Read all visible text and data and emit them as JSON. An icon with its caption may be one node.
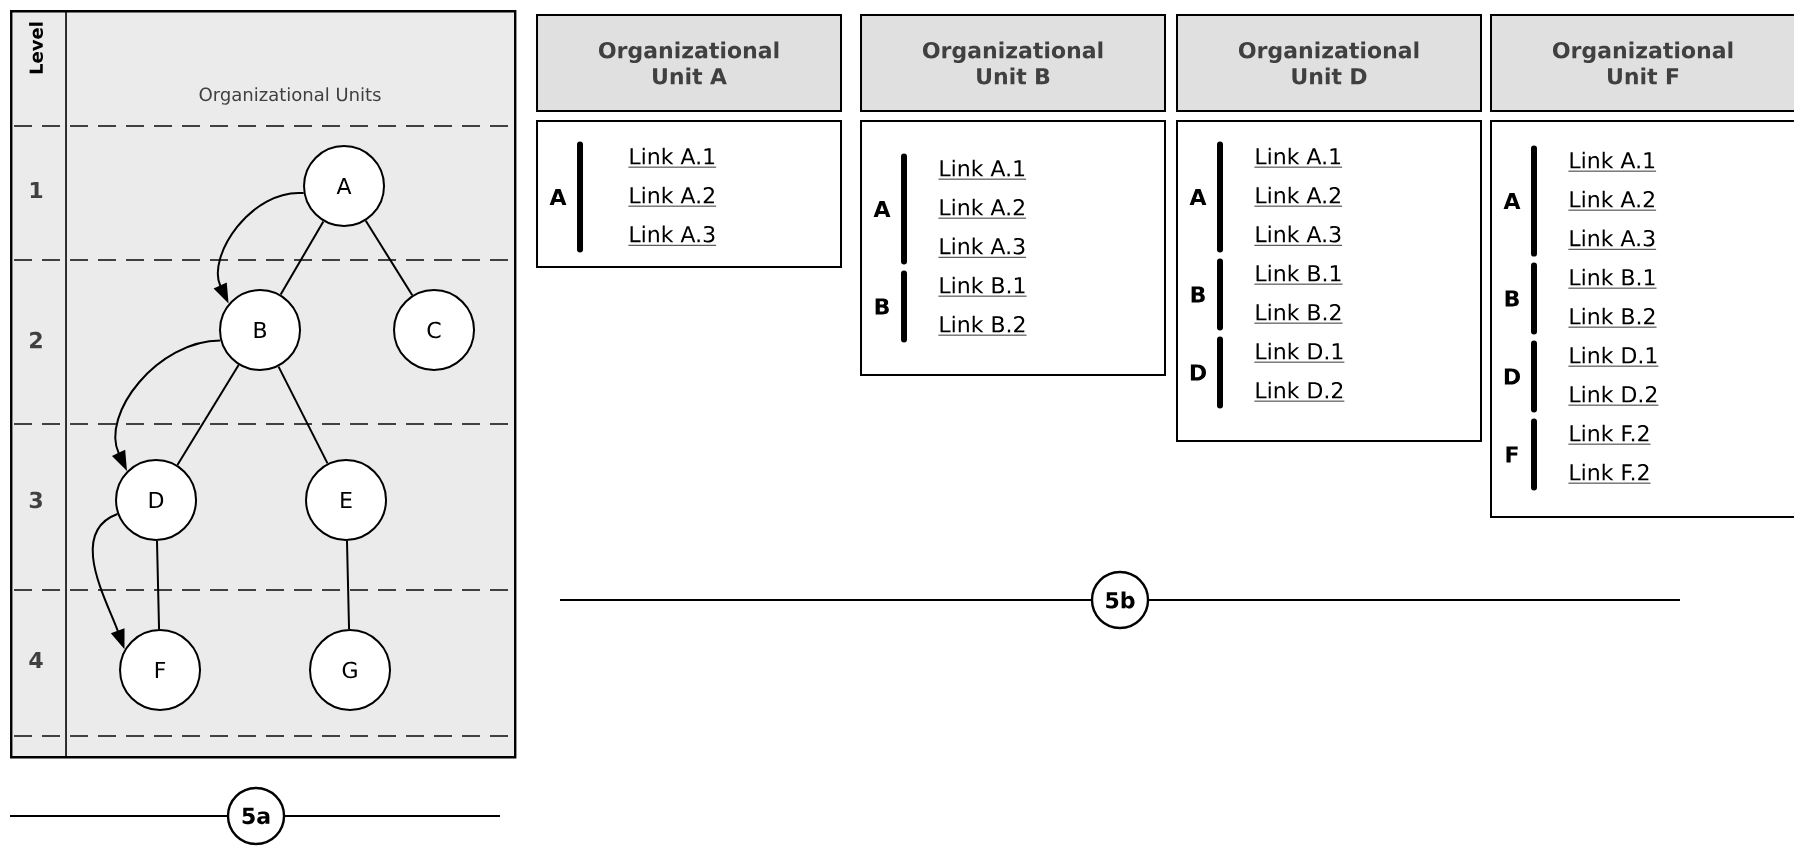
{
  "diagram": {
    "nodes": [
      {
        "text": [
          "Level",
          "Organizational Units"
        ]
      },
      {
        "text": [
          "A"
        ],
        "in": 0
      },
      {
        "text": [
          "B"
        ],
        "in": 0
      },
      {
        "text": [
          "C"
        ],
        "in": 0
      },
      {
        "text": [
          "D"
        ],
        "in": 0
      },
      {
        "text": [
          "E"
        ],
        "in": 0
      },
      {
        "text": [
          "F"
        ],
        "in": 0
      },
      {
        "text": [
          "G"
        ],
        "in": 0
      },
      {
        "text": [
          "Organizational Unit A"
        ]
      },
      {
        "text": [],
        "shape": "box"
      },
      {
        "text": [
          "A",
          "Link A.1",
          "Link A.2",
          "Link A.3"
        ],
        "in": 9
      },
      {
        "text": [
          "Organizational Unit B"
        ]
      },
      {
        "text": [],
        "shape": "box"
      },
      {
        "text": [
          "A",
          "Link A.1",
          "Link A.2",
          "Link A.3"
        ],
        "in": 12
      },
      {
        "text": [
          "B",
          "Link B.1",
          "Link B.2"
        ],
        "in": 12
      },
      {
        "text": [
          "Organizational Unit D"
        ]
      },
      {
        "text": [],
        "shape": "box"
      },
      {
        "text": [
          "A",
          "Link A.1",
          "Link A.2",
          "Link A.3"
        ],
        "in": 16
      },
      {
        "text": [
          "B",
          "Link B.1",
          "Link B.2"
        ],
        "in": 16
      },
      {
        "text": [
          "D",
          "Link D.1",
          "Link D.2"
        ],
        "in": 16
      },
      {
        "text": [
          "Organizational Unit F"
        ]
      },
      {
        "text": [],
        "shape": "box"
      },
      {
        "text": [
          "A",
          "Link A.1",
          "Link A.2",
          "Link A.3"
        ],
        "in": 21
      },
      {
        "text": [
          "B",
          "Link B.1",
          "Link B.2"
        ],
        "in": 21
      },
      {
        "text": [
          "D",
          "Link D.1",
          "Link D.2"
        ],
        "in": 21
      },
      {
        "text": [
          "F",
          "Link F.2",
          "Link F.2"
        ],
        "in": 21
      },
      {
        "text": [
          "5a"
        ]
      },
      {
        "text": [
          "5b"
        ]
      }
    ],
    "edges": [
      {
        "from": 1,
        "to": 2,
        "arrow": "none"
      },
      {
        "from": 1,
        "to": 3,
        "arrow": "none"
      },
      {
        "from": 2,
        "to": 4,
        "arrow": "none"
      },
      {
        "from": 2,
        "to": 5,
        "arrow": "none"
      },
      {
        "from": 4,
        "to": 6,
        "arrow": "none"
      },
      {
        "from": 5,
        "to": 7,
        "arrow": "none"
      },
      {
        "from": 1,
        "to": 2,
        "arrow": "to"
      },
      {
        "from": 2,
        "to": 4,
        "arrow": "to"
      },
      {
        "from": 4,
        "to": 6,
        "arrow": "to"
      }
    ],
    "labels": [
      "1",
      "2",
      "3",
      "4"
    ]
  }
}
